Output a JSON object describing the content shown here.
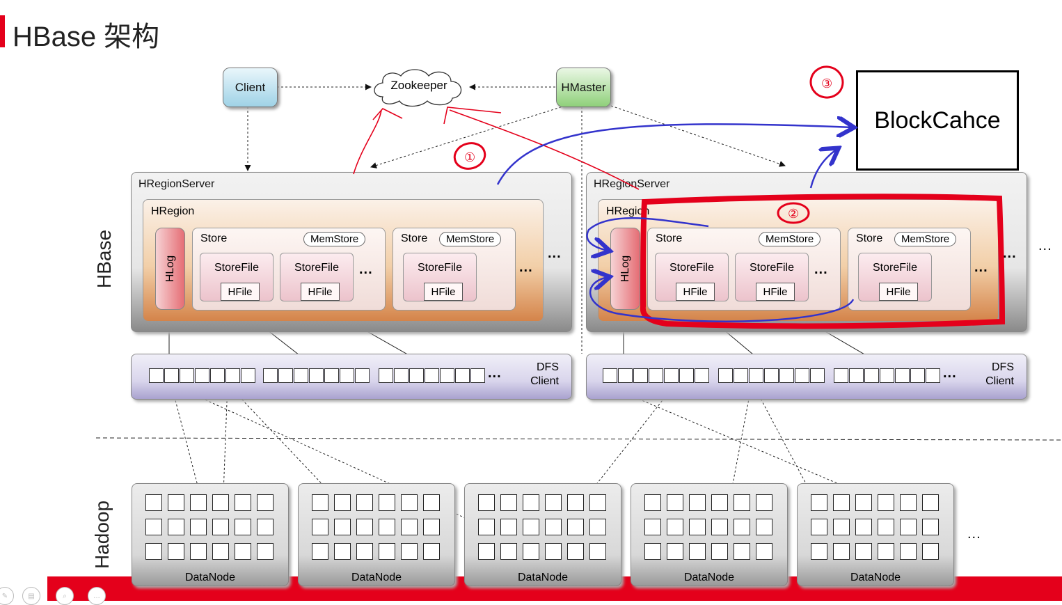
{
  "title": "HBase 架构",
  "client": "Client",
  "zookeeper": "Zookeeper",
  "hmaster": "HMaster",
  "region_server_label": "HRegionServer",
  "region_label": "HRegion",
  "hlog_label": "HLog",
  "store_label": "Store",
  "memstore_label": "MemStore",
  "storefile_label": "StoreFile",
  "hfile_label": "HFile",
  "dfs_client_line1": "DFS",
  "dfs_client_line2": "Client",
  "datanode_label": "DataNode",
  "hbase_label": "HBase",
  "hadoop_label": "Hadoop",
  "ellipsis": "...",
  "block_cache": "BlockCahce",
  "annotations": [
    "①",
    "②",
    "③"
  ],
  "colors": {
    "accent": "#e4001b",
    "annotation_blue": "#3333cc",
    "client": "#9fd2e6",
    "hmaster": "#8fd07a",
    "region": "#f2cfa8",
    "hlog": "#e56d74",
    "dfs": "#d9d5ec"
  },
  "icons": [
    "pen-icon",
    "slides-icon",
    "zoom-icon",
    "more-icon"
  ]
}
